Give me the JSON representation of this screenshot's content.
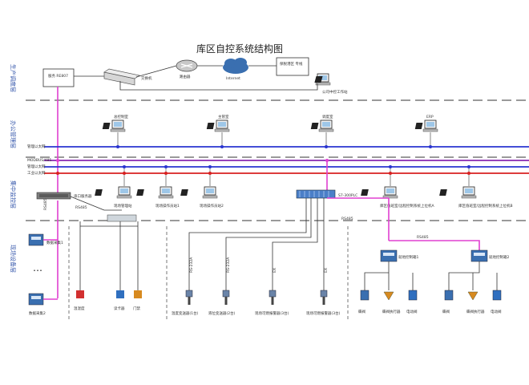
{
  "title": "库区自控系统结构图",
  "zones": [
    "生产调度层",
    "办公管理层",
    "集中监控层",
    "现场设备层"
  ],
  "buses": [
    "管理以太网",
    "MODBUS/485",
    "管理以太网",
    "工业以太网"
  ],
  "top": {
    "server_label": "服务 RE807",
    "switch_label": "交换机",
    "router_label": "路由器",
    "cloud_label": "Internet",
    "remote_box_label": "保税港区 专线",
    "remote_pc_label": "公司中控工作站"
  },
  "office_pcs": [
    "总控制室",
    "主管室",
    "调度室",
    "ERP"
  ],
  "monitor": {
    "gateway_label": "串口服务器",
    "plc_label": "S7-300PLC",
    "stations": [
      "现场管理站",
      "现场操作员站1",
      "现场操作员站2",
      "库区值班室/远程控制系统上位机A",
      "库区值班室/远程控制系统上位机B"
    ]
  },
  "link_labels": {
    "rs485_a": "RS485",
    "rs485_b": "RS485",
    "rs485_c": "RS485",
    "rs485_d": "RS485",
    "rs232_a": "RS-232A",
    "rs232_b": "RS-232A",
    "ex_a": "EX",
    "ex_b": "EX"
  },
  "field": {
    "group1": [
      "数据采集1",
      "数据采集2"
    ],
    "group1_more": "…",
    "group2": [
      "温湿度",
      "读卡器",
      "门禁"
    ],
    "sensors": [
      "温度变送器(1台)",
      "液位变送器(2台)",
      "现场可燃报警器(3台)",
      "现场可燃报警器(3台)"
    ],
    "controllers": [
      "就地控制箱1",
      "就地控制箱2"
    ],
    "actuators_left": [
      "蝶阀",
      "蝶阀执行器",
      "电动阀"
    ],
    "actuators_right": [
      "蝶阀",
      "蝶阀执行器",
      "电动阀"
    ]
  },
  "colors": {
    "pink": "#e040d0",
    "blue_bus": "#2a35d0",
    "purple_bus": "#8a2ab0",
    "red_bus": "#d82020",
    "dash": "#9a9a9a"
  }
}
